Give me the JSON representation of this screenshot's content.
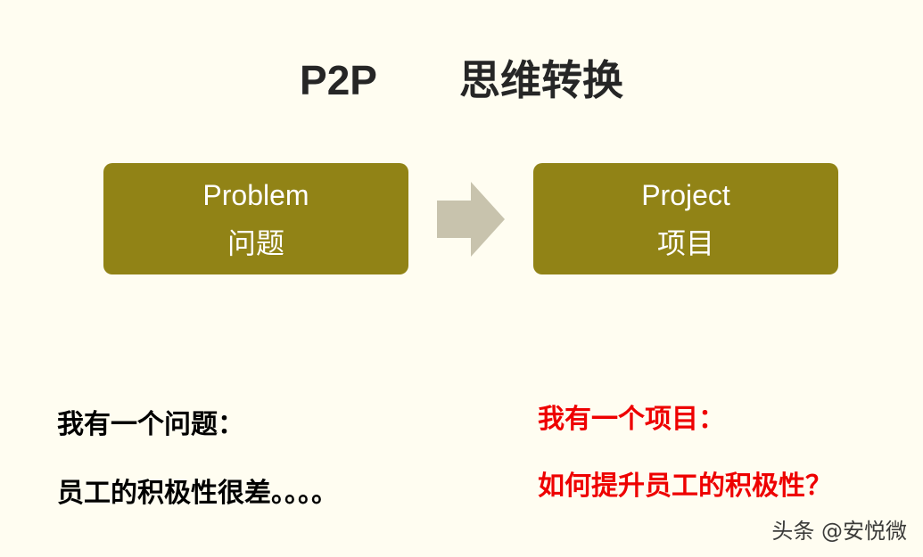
{
  "title": {
    "part1": "P2P",
    "part2": "思维转换"
  },
  "flow": {
    "left": {
      "en": "Problem",
      "cn": "问题"
    },
    "right": {
      "en": "Project",
      "cn": "项目"
    }
  },
  "left_text": {
    "line1": "我有一个问题：",
    "line2": "员工的积极性很差。。。。"
  },
  "right_text": {
    "line1": "我有一个项目：",
    "line2": "如何提升员工的积极性？"
  },
  "watermark": "头条 @安悦微",
  "colors": {
    "background": "#fffdf1",
    "box": "#918316",
    "arrow": "#c8c3ad",
    "highlight": "#ee0000"
  }
}
